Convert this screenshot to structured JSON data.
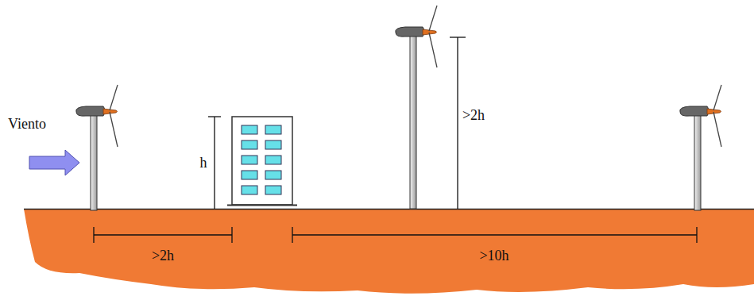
{
  "diagram": {
    "labels": [
      "Viento",
      "h",
      ">2h",
      ">2h",
      ">10h"
    ]
  }
}
